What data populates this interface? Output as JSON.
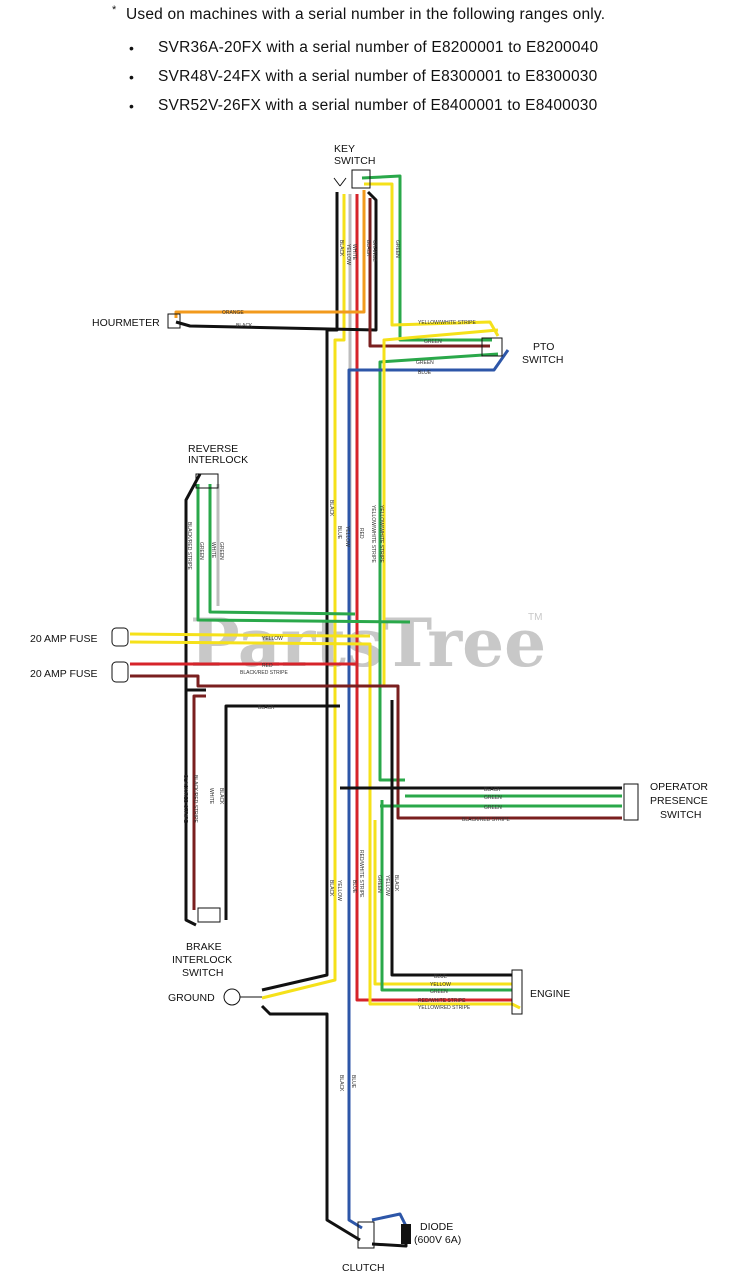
{
  "note": {
    "star": "*",
    "intro": "Used on machines with a serial number in the following ranges only.",
    "bullet_glyph": "•",
    "items": [
      "SVR36A-20FX with a serial number of E8200001 to E8200040",
      "SVR48V-24FX with a serial number of E8300001 to E8300030",
      "SVR52V-26FX with a serial number of E8400001 to E8400030"
    ]
  },
  "components": {
    "key_switch": [
      "KEY",
      "SWITCH"
    ],
    "hourmeter": "HOURMETER",
    "pto_switch": [
      "PTO",
      "SWITCH"
    ],
    "reverse_interlock": [
      "REVERSE",
      "INTERLOCK"
    ],
    "fuse_1": "20 AMP FUSE",
    "fuse_2": "20 AMP FUSE",
    "operator_presence": [
      "OPERATOR",
      "PRESENCE",
      "SWITCH"
    ],
    "brake_interlock": [
      "BRAKE",
      "INTERLOCK",
      "SWITCH"
    ],
    "ground": "GROUND",
    "engine": "ENGINE",
    "diode": [
      "DIODE",
      "(600V 6A)"
    ],
    "clutch": "CLUTCH"
  },
  "wire_labels": {
    "black": "BLACK",
    "yellow": "YELLOW",
    "white": "WHITE",
    "red": "RED",
    "green": "GREEN",
    "blue": "BLUE",
    "orange": "ORANGE",
    "yellow_white_stripe": "YELLOW/WHITE STRIPE",
    "black_red_stripe": "BLACK/RED STRIPE",
    "red_white_stripe": "RED/WHITE STRIPE",
    "yellow_red_stripe": "YELLOW/RED STRIPE"
  },
  "watermark": {
    "text": "PartsTree",
    "tm": "TM"
  },
  "wire_colors": {
    "black": "#111111",
    "red": "#d6232a",
    "yellow": "#f5e11a",
    "green": "#2aa84a",
    "blue": "#2d56a8",
    "orange": "#f29a1d",
    "brown": "#7a1f1f",
    "white": "#bdbdbd"
  }
}
